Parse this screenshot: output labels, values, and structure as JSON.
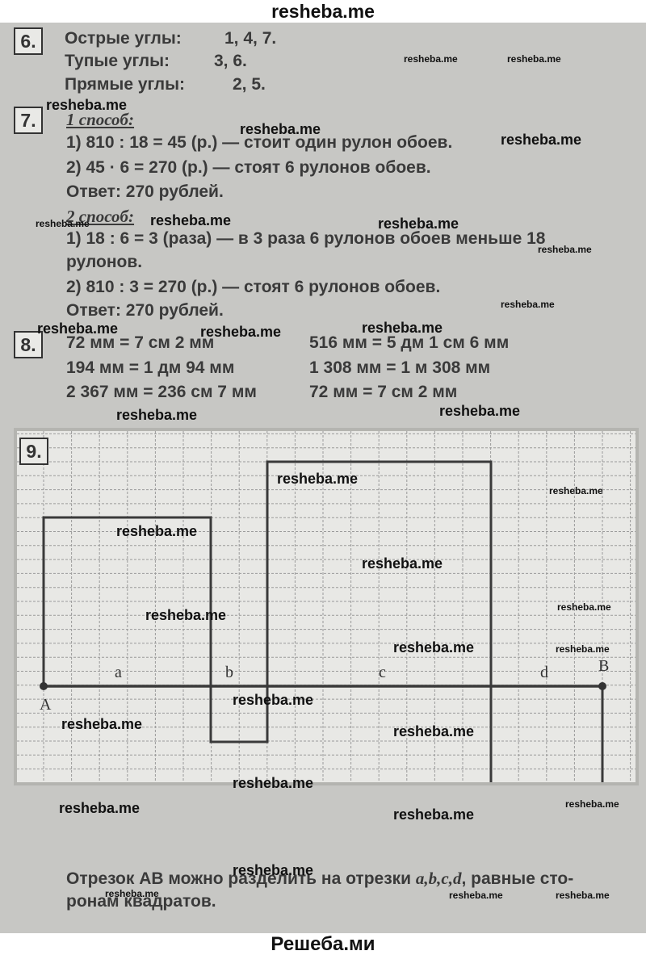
{
  "site": {
    "top": "resheba.me",
    "bottom": "Решеба.ми"
  },
  "watermark": "resheba.me",
  "t6": {
    "num": "6.",
    "l1_label": "Острые углы:",
    "l1_vals": "1,     4,     7.",
    "l2_label": "Тупые углы:",
    "l2_vals": "3,     6.",
    "l3_label": "Прямые углы:",
    "l3_vals": "2,     5."
  },
  "t7": {
    "num": "7.",
    "m1": "1 способ:",
    "m1_s1": "1) 810 : 18 = 45 (р.) — стоит один рулон обоев.",
    "m1_s2": "2) 45 · 6 = 270 (р.) — стоят 6 рулонов обоев.",
    "m1_ans": "Ответ: 270 рублей.",
    "m2": "2 способ:",
    "m2_s1": "1) 18 : 6 = 3 (раза) — в 3 раза 6 рулонов обоев меньше 18",
    "m2_s1b": "рулонов.",
    "m2_s2": "2) 810 : 3 = 270 (р.) — стоят 6 рулонов обоев.",
    "m2_ans": "Ответ: 270 рублей."
  },
  "t8": {
    "num": "8.",
    "r1c1": "72 мм = 7 см 2 мм",
    "r1c2": "516 мм = 5 дм 1 см 6 мм",
    "r2c1": "194 мм = 1 дм 94 мм",
    "r2c2": "1 308 мм = 1 м 308 мм",
    "r3c1": "2 367 мм = 236 см 7 мм",
    "r3c2": "72 мм = 7 см 2 мм"
  },
  "t9": {
    "num": "9.",
    "labels": {
      "a": "a",
      "b": "b",
      "c": "c",
      "d": "d",
      "A": "A",
      "B": "B"
    },
    "caption_prefix": "Отрезок АВ можно разделить на отрезки ",
    "caption_vars": "a,b,c,d",
    "caption_suffix": ", равные сто-",
    "caption_l2": "ронам квадратов."
  },
  "colors": {
    "page_bg": "#c7c7c4",
    "panel_bg": "#e8e8e5",
    "grid": "#9a9a9a",
    "ink": "#3a3a3a"
  }
}
